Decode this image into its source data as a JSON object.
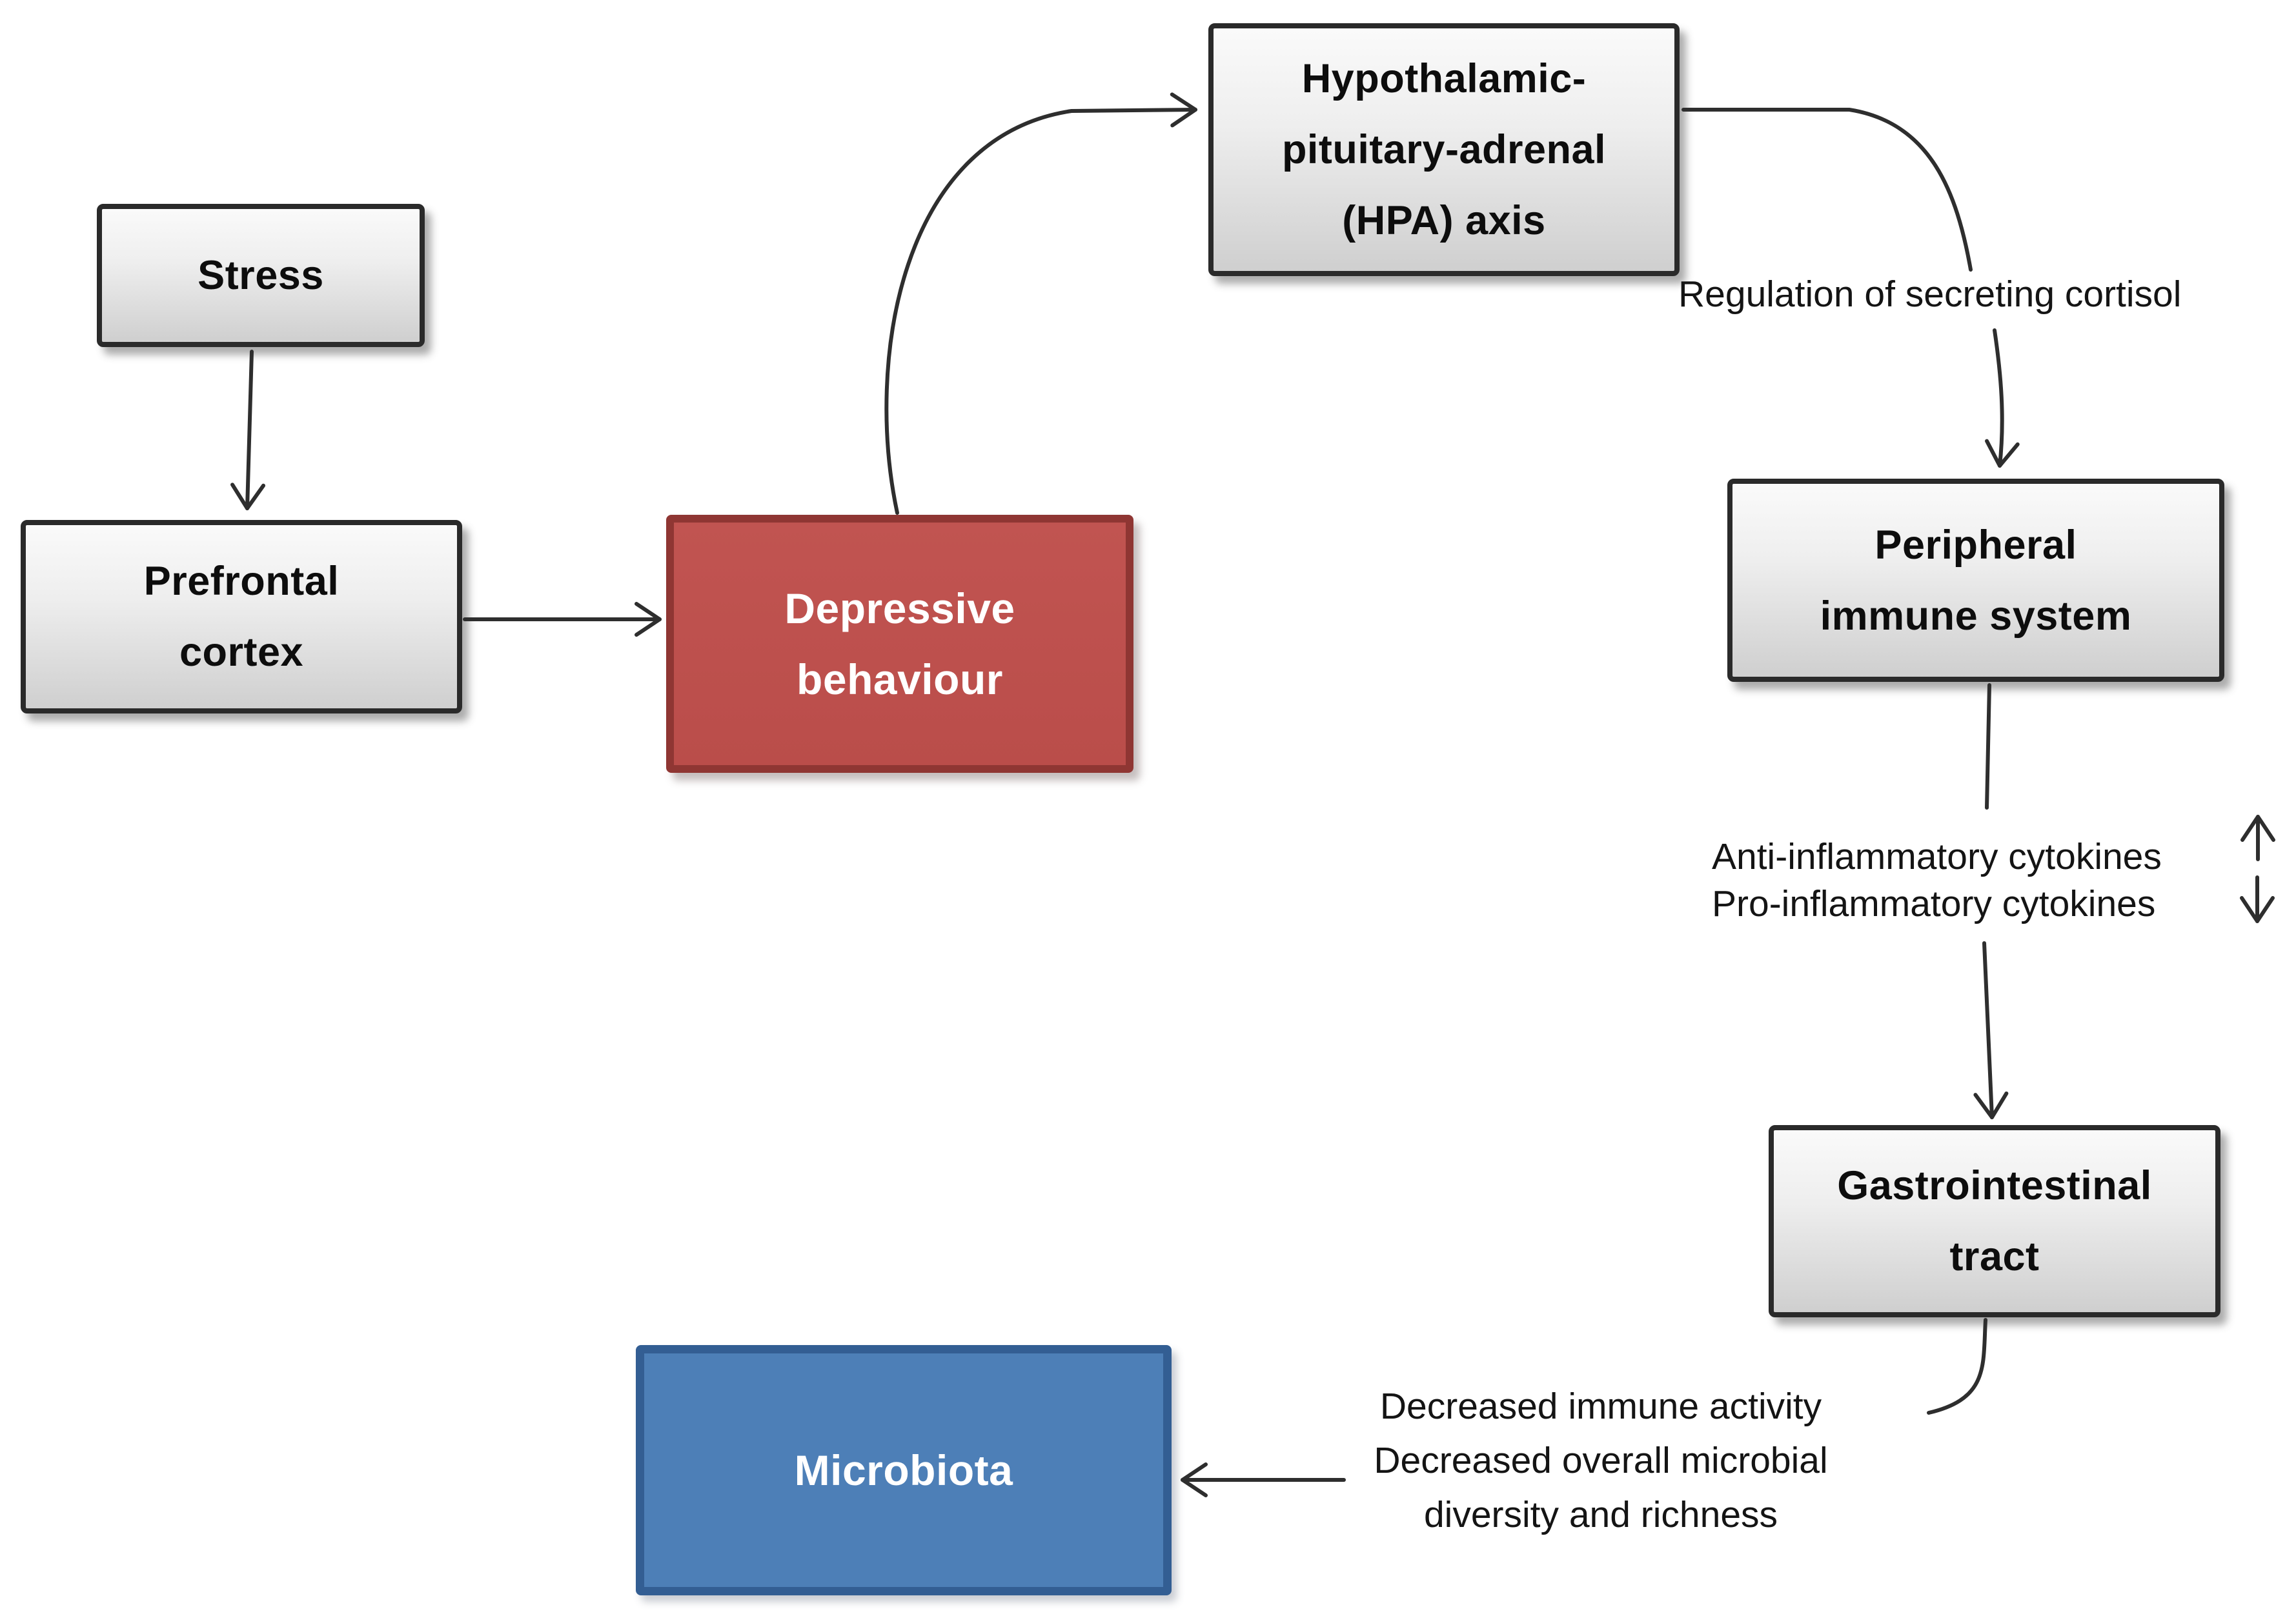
{
  "diagram": {
    "nodes": {
      "stress": {
        "label": "Stress"
      },
      "prefrontal_cortex": {
        "label": "Prefrontal\ncortex"
      },
      "depressive_behaviour": {
        "label": "Depressive\nbehaviour"
      },
      "hpa_axis": {
        "label": "Hypothalamic-\npituitary-adrenal\n(HPA) axis"
      },
      "peripheral_immune_system": {
        "label": "Peripheral\nimmune system"
      },
      "gastrointestinal_tract": {
        "label": "Gastrointestinal\ntract"
      },
      "microbiota": {
        "label": "Microbiota"
      }
    },
    "annotations": {
      "cortisol_regulation": "Regulation of secreting cortisol",
      "cytokines": "Anti-inflammatory cytokines\nPro-inflammatory cytokines",
      "decreased_effects": "Decreased immune activity\nDecreased overall microbial\ndiversity and richness"
    },
    "icons": {
      "anti_inflammatory_trend": "up-arrow",
      "pro_inflammatory_trend": "down-arrow"
    },
    "colors": {
      "gray_node_fill_top": "#fafafa",
      "gray_node_fill_bottom": "#cfcfcf",
      "gray_node_border": "#2a2a2a",
      "depressive_fill": "#ba4d4a",
      "depressive_border": "#8f3633",
      "microbiota_fill": "#4d7fb7",
      "microbiota_border": "#335e93",
      "connector": "#2e2e2e",
      "node_text_dark": "#0d0d0d",
      "node_text_light": "#ffffff",
      "annotation_text": "#141414",
      "background": "#ffffff"
    }
  }
}
